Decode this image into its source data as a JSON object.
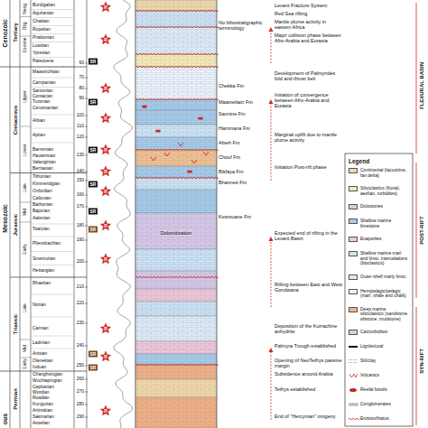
{
  "diagram": {
    "labels": [
      "Cenozoic",
      "Mesozoic",
      "ous",
      "Tertiary",
      "Cretaceous",
      "Jurassic",
      "Triassic",
      "Permian",
      "Neog",
      "Olig",
      "Eocene",
      "Upper",
      "Lower",
      "Late",
      "Mid",
      "Early",
      "Late",
      "Mid",
      "Early",
      "Burdigalian",
      "Aquitanian",
      "Chattian",
      "Rupelian",
      "Priabonian",
      "Lutetian",
      "Ypresian",
      "Paleocene",
      "Maastrichtian",
      "Campanian",
      "Santonian",
      "Coniacian",
      "Turonian",
      "Cenomanian",
      "Albian",
      "Aptian",
      "Barremian",
      "Hauterivian",
      "Valanginian",
      "Berriasian",
      "Tithonian",
      "Kimmeridgian",
      "Oxfordian",
      "Callovian",
      "Bathonian",
      "Bajocian",
      "Aalenian",
      "Toarcian",
      "Pliensbachian",
      "Sinemurian",
      "Hettangian",
      "Rhaetian",
      "Norian",
      "Carnian",
      "Ladinian",
      "Anisian",
      "Olenekian",
      "Induan",
      "Changhsingian",
      "Wuchiapingian",
      "Capitanian",
      "Wordian",
      "Roadian",
      "Kungurian",
      "Artinskian",
      "Sakmarian",
      "Asselian",
      "60",
      "70",
      "80",
      "90",
      "100",
      "110",
      "120",
      "130",
      "140",
      "150",
      "160",
      "170",
      "180",
      "190",
      "200",
      "210",
      "220",
      "230",
      "240",
      "250",
      "260",
      "270",
      "280",
      "290",
      "SR",
      "SR",
      "SR",
      "SR",
      "SR",
      "SR",
      "SR",
      "SR",
      "R",
      "R",
      "R",
      "R",
      "R",
      "R",
      "R",
      "R",
      "R",
      "R",
      "R",
      "R",
      "No lithostratigraphic terminology",
      "Chekka Fm",
      "Maameltain Fm",
      "Sannine Fm",
      "Hammana Fm",
      "Abieh Fm",
      "Chouf Fm",
      "Bikfaya Fm",
      "Bhannes Fm",
      "Kesrouane Fm",
      "Dolomitization",
      "Levant Fracture System",
      "Red Sea rifting",
      "Mantle plume activity in eastern Africa",
      "Major collision phase between Afro-Arabia and Eurasia",
      "Development of Palmyrides fold and thrust belt",
      "Initiation of convergence between Afro-Arabia and Eurasia",
      "Marginal uplift due to mantle plume activity",
      "Initiation Post-rift phase",
      "Expected end of rifting in the Levant Basin",
      "Rifting between East and West Gondwana",
      "Deposition of the Kurrachine anhydrite",
      "Palmyra Trough established",
      "Opening of NeoTethys passive margin",
      "Subsidence around Arabia",
      "Tethys established",
      "End of \"Hercynian\" orogeny",
      "FLEXURAL BASIN",
      "POST-RIFT",
      "SYN-RIFT",
      "Legend"
    ],
    "legend": [
      {
        "text": "Continental (lacustrine, fan delta)",
        "color": "#f5d9a8"
      },
      {
        "text": "Siliciclastics (fluvial, aeolian, turbidites)",
        "color": "#f7ecb5"
      },
      {
        "text": "Dolostones",
        "color": "#d9c8e6"
      },
      {
        "text": "Shallow marine limestone",
        "color": "#a9cbe8"
      },
      {
        "text": "Evaporites",
        "color": "#f0c8d8"
      },
      {
        "text": "Shallow marine marl and limst. intercalations (bioclastics)",
        "color": "#cfe3f3"
      },
      {
        "text": "Outer-shelf marly limst.",
        "color": "#e1ebf6"
      },
      {
        "text": "Hemipelagic/pelagic (marl, shale and chalk)",
        "color": "#eef3fa"
      },
      {
        "text": "Deep marine siliciclastics (sandstone, siltstone, mudstone)",
        "color": "#f4b183"
      },
      {
        "text": "Calcturbidites",
        "color": "#c6d6ea"
      },
      {
        "text": "Lignite/coal"
      },
      {
        "text": "Silt/clay"
      },
      {
        "text": "Volcanics"
      },
      {
        "text": "Reefal fossils"
      },
      {
        "text": "Conglomerates"
      },
      {
        "text": "Erosion/hiatus"
      }
    ]
  }
}
